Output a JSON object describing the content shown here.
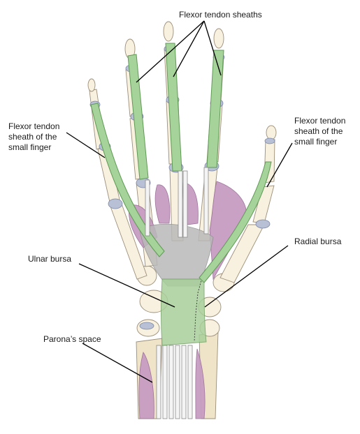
{
  "labels": {
    "flexor_tendon_sheaths": "Flexor tendon sheaths",
    "small_finger_left": [
      "Flexor tendon",
      "sheath of the",
      "small finger"
    ],
    "small_finger_right": [
      "Flexor tendon",
      "sheath of the",
      "small finger"
    ],
    "ulnar_bursa": "Ulnar bursa",
    "radial_bursa": "Radial bursa",
    "paronas_space": "Parona’s space"
  },
  "colors": {
    "bone": "#f8f1df",
    "sheath": "#a6d39a",
    "muscle": "#c79cc2",
    "joint": "#b8c0d6",
    "bursa": "#b9b9b9"
  }
}
